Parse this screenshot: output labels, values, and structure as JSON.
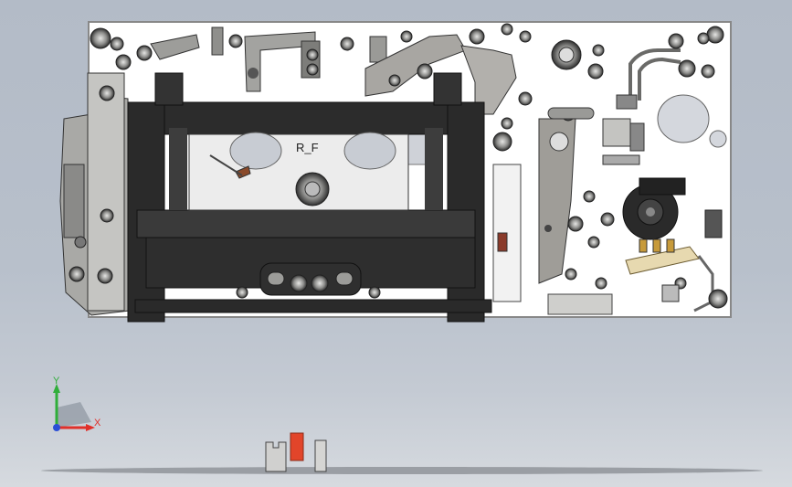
{
  "window": {
    "title": ""
  },
  "model": {
    "switch_label": "R_F"
  },
  "triad": {
    "x_label": "X",
    "y_label": "Y",
    "x_color": "#e0302a",
    "y_color": "#2fae3a",
    "z_color": "#2b4fd6"
  },
  "colors": {
    "background_top": "#b3bbc7",
    "plate": "#ffffff",
    "dark_frame": "#2b2b2b",
    "metal": "#9a9a98",
    "accent_part": "#e2452a"
  },
  "icons": [
    "triad-icon",
    "cassette-mechanism-icon"
  ]
}
